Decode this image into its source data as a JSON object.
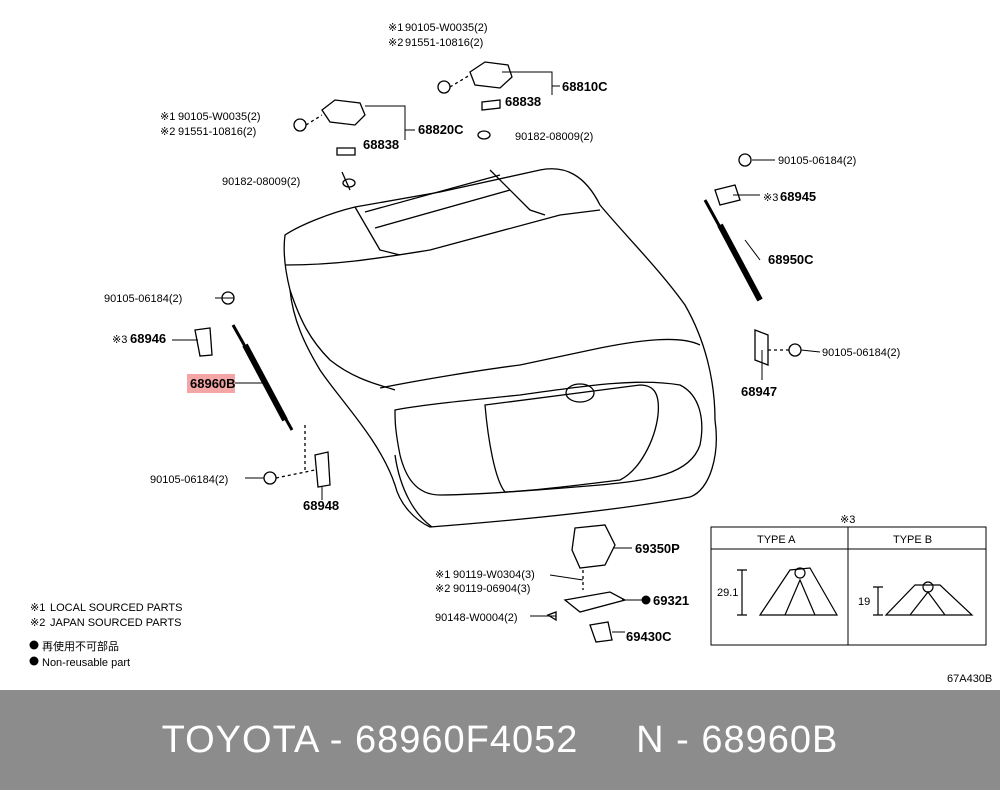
{
  "callouts": {
    "c68810c": {
      "pn": "68810C",
      "note1_mark": "※1",
      "note1": "90105-W0035(2)",
      "note2_mark": "※2",
      "note2": "91551-10816(2)",
      "sub": "68838",
      "clip": "90182-08009(2)"
    },
    "c68820c": {
      "pn": "68820C",
      "note1_mark": "※1",
      "note1": "90105-W0035(2)",
      "note2_mark": "※2",
      "note2": "91551-10816(2)",
      "sub": "68838",
      "clip": "90182-08009(2)"
    },
    "right_strut": {
      "bolt_top": "90105-06184(2)",
      "bracket_mark": "※3",
      "bracket": "68945",
      "strut": "68950C",
      "bolt_bottom": "90105-06184(2)",
      "bracket_bottom": "68947"
    },
    "left_strut": {
      "bolt_top": "90105-06184(2)",
      "bracket_mark": "※3",
      "bracket": "68946",
      "strut": "68960B",
      "bolt_bottom": "90105-06184(2)",
      "bracket_bottom": "68948"
    },
    "lock": {
      "lock": "69350P",
      "screw1_mark": "※1",
      "screw1": "90119-W0304(3)",
      "screw2_mark": "※2",
      "screw2": "90119-06904(3)",
      "cover": "69321",
      "screw3": "90148-W0004(2)",
      "striker": "69430C"
    }
  },
  "type_table": {
    "mark": "※3",
    "type_a": "TYPE A",
    "type_b": "TYPE B",
    "dim_a": "29.1",
    "dim_b": "19"
  },
  "legend": {
    "mark1": "※1",
    "text1": "LOCAL SOURCED PARTS",
    "mark2": "※2",
    "text2": "JAPAN SOURCED PARTS",
    "bullet1": "再使用不可部品",
    "bullet2": "Non-reusable part"
  },
  "diagram_code": "67A430B",
  "footer": {
    "text": "TOYOTA - 68960F4052     N - 68960B"
  },
  "colors": {
    "highlight": "#f4a6a6",
    "footer_bg": "#8c8c8c",
    "footer_text": "#ffffff"
  }
}
